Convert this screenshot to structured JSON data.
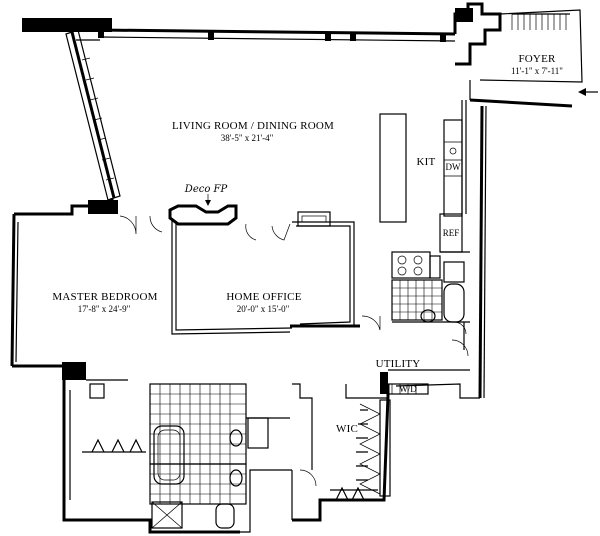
{
  "rooms": {
    "living": {
      "name": "LIVING ROOM / DINING ROOM",
      "dims": "38'-5\" x 21'-4\""
    },
    "foyer": {
      "name": "FOYER",
      "dims": "11'-1\" x 7'-11\""
    },
    "kitchen": {
      "name": "KIT"
    },
    "master": {
      "name": "MASTER BEDROOM",
      "dims": "17'-8\" x 24'-9\""
    },
    "office": {
      "name": "HOME OFFICE",
      "dims": "20'-0\" x 15'-0\""
    },
    "utility": {
      "name": "UTILITY"
    },
    "wic": {
      "name": "WIC"
    }
  },
  "fixtures": {
    "dw": "DW",
    "ref": "REF",
    "wd": "W/D",
    "fireplace_note": "Deco FP"
  }
}
